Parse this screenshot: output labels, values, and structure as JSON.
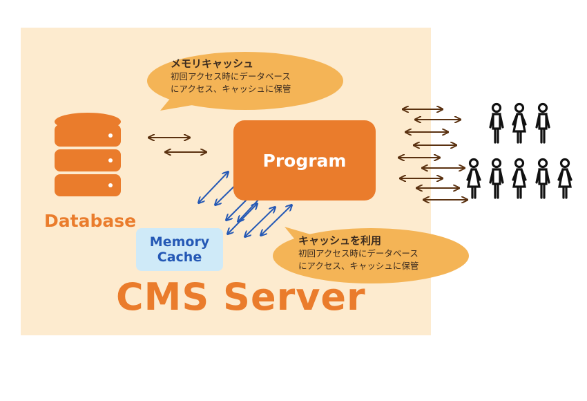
{
  "server": {
    "title": "CMS Server"
  },
  "database": {
    "label": "Database"
  },
  "program": {
    "label": "Program"
  },
  "cache": {
    "line1": "Memory",
    "line2": "Cache"
  },
  "bubble_top": {
    "heading": "メモリキャッシュ",
    "line1": "初回アクセス時にデータベース",
    "line2": "にアクセス、キャッシュに保管"
  },
  "bubble_bottom": {
    "heading": "キャッシュを利用",
    "line1": "初回アクセス時にデータベース",
    "line2": "にアクセス、キャッシュに保管"
  },
  "colors": {
    "server_bg": "#fdebcf",
    "orange": "#ea7c2c",
    "bubble": "#f4b456",
    "cache_bg": "#cfeaf8",
    "cache_text": "#2458b5",
    "brown_arrow": "#5a3110",
    "blue_arrow": "#2458b5",
    "people": "#111111"
  },
  "icons": [
    "database-icon",
    "person-male-icon",
    "person-female-icon",
    "double-arrow-icon"
  ]
}
